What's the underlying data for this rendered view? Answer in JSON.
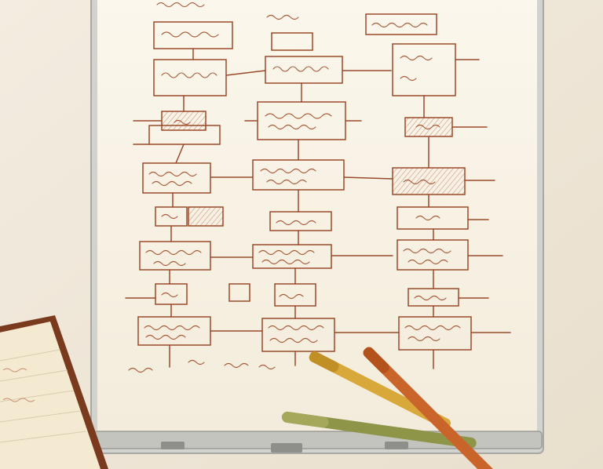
{
  "scene": {
    "description_alt": "",
    "colors": {
      "desk": "#efe6d8",
      "desk_shadow": "#e2d6c3",
      "board_frame": "#cfcfcb",
      "board_frame_dark": "#a9a9a4",
      "paper": "#f8f3e6",
      "ink": "#9a4a2a",
      "ink_light": "#c98a6a",
      "hatch": "#d7a08a",
      "notebook_cover": "#7a3a1e",
      "notebook_page": "#f4ead2",
      "pen_orange": "#c9642a",
      "pen_yellow": "#d8a93a",
      "pen_olive": "#8f9548",
      "clip": "#8e8e8a"
    },
    "objects": [
      {
        "name": "whiteboard",
        "kind": "object"
      },
      {
        "name": "flowchart-sketch",
        "kind": "drawing"
      },
      {
        "name": "notebook",
        "kind": "object"
      },
      {
        "name": "orange-pen",
        "kind": "object"
      },
      {
        "name": "yellow-pen",
        "kind": "object"
      },
      {
        "name": "olive-pen",
        "kind": "object"
      }
    ]
  }
}
